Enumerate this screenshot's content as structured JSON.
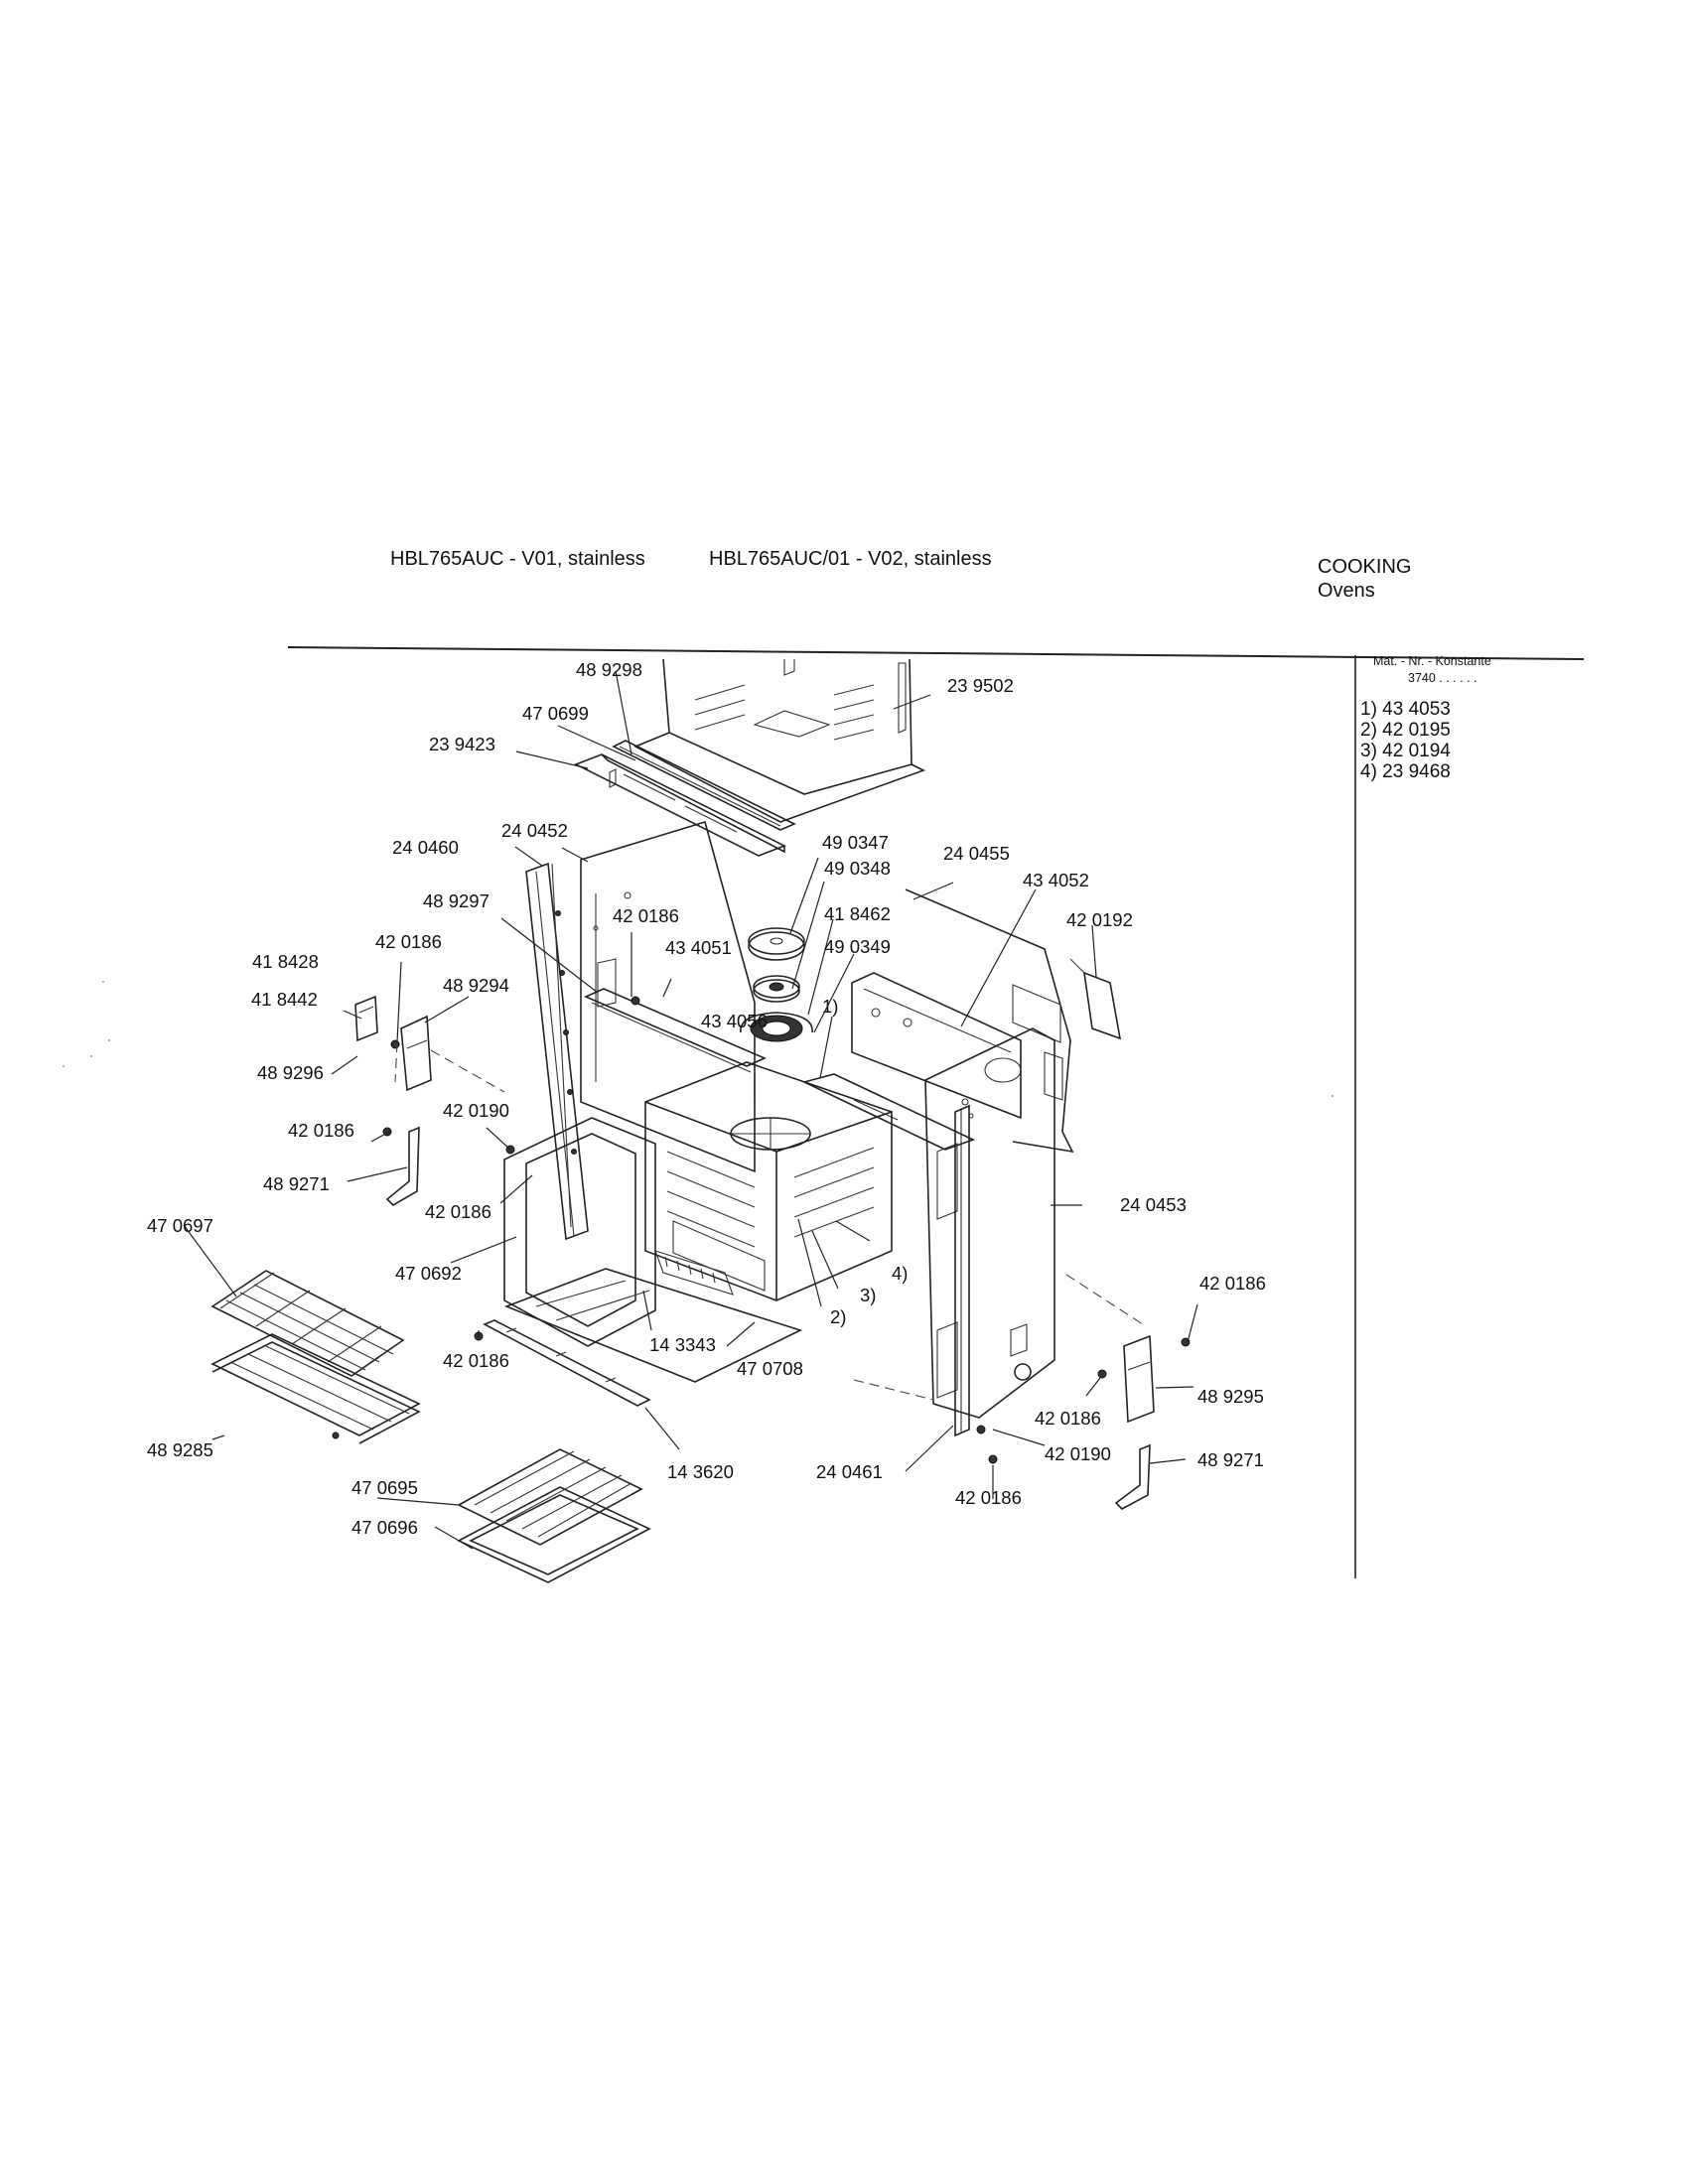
{
  "header": {
    "model_v01": "HBL765AUC - V01, stainless",
    "model_v02": "HBL765AUC/01 - V02, stainless",
    "category": "COOKING",
    "subcategory": "Ovens"
  },
  "constants": {
    "heading": "Mat. - Nr. - Konstante",
    "sub": "3740 . . . . . .",
    "items": [
      "1) 43 4053",
      "2) 42 0195",
      "3) 42 0194",
      "4) 23 9468"
    ]
  },
  "parts": {
    "p_489298": "48 9298",
    "p_239502": "23 9502",
    "p_470699": "47 0699",
    "p_239423": "23 9423",
    "p_240452": "24 0452",
    "p_240460": "24 0460",
    "p_490347": "49 0347",
    "p_490348": "49 0348",
    "p_240455": "24 0455",
    "p_434052": "43 4052",
    "p_420192": "42 0192",
    "p_489297": "48 9297",
    "p_420186_a": "42 0186",
    "p_418462": "41 8462",
    "p_434051": "43 4051",
    "p_490349": "49 0349",
    "p_418428": "41 8428",
    "p_420186_b": "42 0186",
    "p_489294": "48 9294",
    "p_418442": "41 8442",
    "p_489296": "48 9296",
    "p_434056": "43 4056",
    "callout_1": "1)",
    "p_420186_c": "42 0186",
    "p_420190_a": "42 0190",
    "p_489271_a": "48 9271",
    "p_420186_d": "42 0186",
    "p_240453": "24 0453",
    "p_470697": "47 0697",
    "p_470692": "47 0692",
    "callout_4": "4)",
    "callout_3": "3)",
    "callout_2": "2)",
    "p_420186_e": "42 0186",
    "p_143343": "14 3343",
    "p_420186_f": "42 0186",
    "p_470708": "47 0708",
    "p_489295": "48 9295",
    "p_420186_g": "42 0186",
    "p_489285": "48 9285",
    "p_143620": "14 3620",
    "p_240461": "24 0461",
    "p_420190_b": "42 0190",
    "p_489271_b": "48 9271",
    "p_470695": "47 0695",
    "p_420186_h": "42 0186",
    "p_470696": "47 0696"
  }
}
